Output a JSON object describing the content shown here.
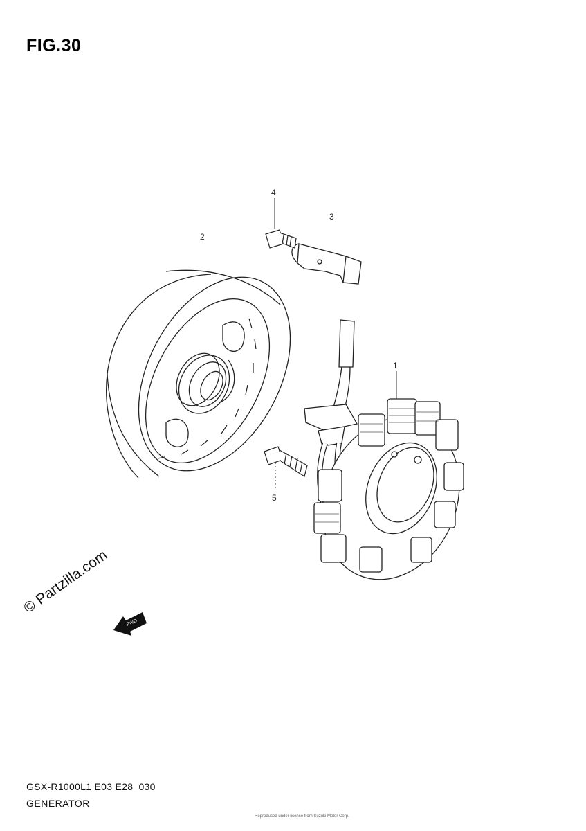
{
  "figure": {
    "title": "FIG.30"
  },
  "callouts": [
    {
      "id": "1",
      "label": "1"
    },
    {
      "id": "2",
      "label": "2"
    },
    {
      "id": "3",
      "label": "3"
    },
    {
      "id": "4",
      "label": "4"
    },
    {
      "id": "5",
      "label": "5"
    }
  ],
  "watermark": {
    "text": "© Partzilla.com"
  },
  "fwd_arrow": {
    "label": "FWD"
  },
  "footer": {
    "model_code": "GSX-R1000L1 E03 E28_030",
    "section_name": "GENERATOR",
    "fine_print": "Reproduced under license from Suzuki Motor Corp."
  }
}
